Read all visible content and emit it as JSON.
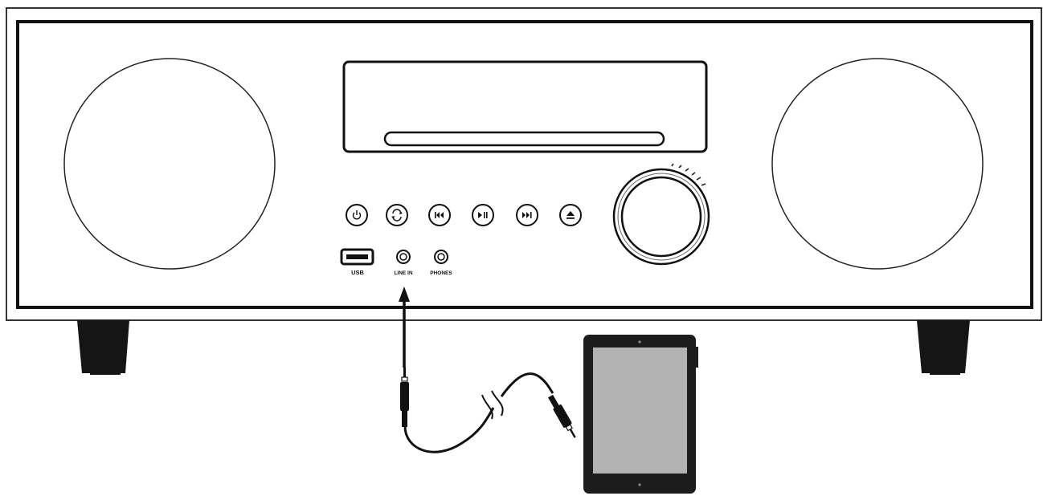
{
  "diagram": {
    "ports": {
      "usb_label": "USB",
      "line_in_label": "LINE IN",
      "phones_label": "PHONES"
    },
    "buttons": [
      {
        "name": "power-button",
        "icon": "power-icon"
      },
      {
        "name": "mode-button",
        "icon": "mode-icon"
      },
      {
        "name": "previous-button",
        "icon": "skip-previous-icon"
      },
      {
        "name": "play-pause-button",
        "icon": "play-pause-icon"
      },
      {
        "name": "next-button",
        "icon": "skip-next-icon"
      },
      {
        "name": "eject-button",
        "icon": "eject-icon"
      }
    ],
    "colors": {
      "line": "#1a1a1a",
      "screen": "#b3b3b3",
      "device_body": "#1c1c1c",
      "feet": "#151515"
    }
  }
}
